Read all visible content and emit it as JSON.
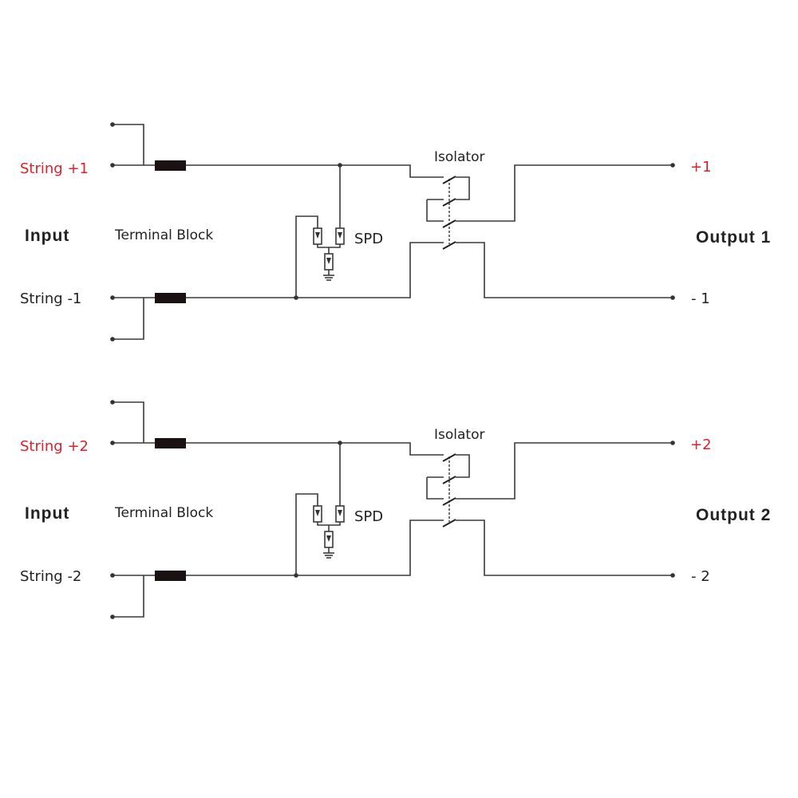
{
  "circuits": [
    {
      "string_pos": "String +1",
      "string_neg": "String -1",
      "input_label": "Input",
      "terminal_label": "Terminal Block",
      "spd_label": "SPD",
      "isolator_label": "Isolator",
      "out_pos": "+1",
      "out_neg": "- 1",
      "output_label": "Output  1"
    },
    {
      "string_pos": "String +2",
      "string_neg": "String -2",
      "input_label": "Input",
      "terminal_label": "Terminal Block",
      "spd_label": "SPD",
      "isolator_label": "Isolator",
      "out_pos": "+2",
      "out_neg": "- 2",
      "output_label": "Output  2"
    }
  ],
  "colors": {
    "positive_label": "#e0202a",
    "wire": "#3a3a3a",
    "terminal_block": "#1a1212"
  }
}
